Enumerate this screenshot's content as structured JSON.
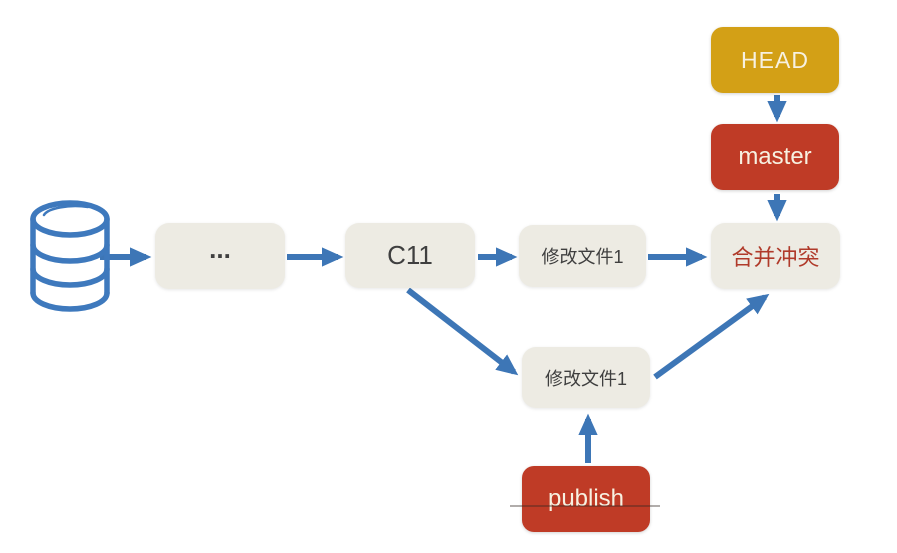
{
  "colors": {
    "arrow_blue": "#3d76b6",
    "db_blue": "#3e79bd",
    "box_beige": "#edebe3",
    "box_gold": "#d3a016",
    "box_red": "#bf3b26",
    "text_dark": "#3f3f3f",
    "text_cream": "#f7f1e1",
    "text_red": "#b03a2a"
  },
  "nodes": {
    "head": {
      "label": "HEAD"
    },
    "master": {
      "label": "master"
    },
    "conflict": {
      "label": "合并冲突"
    },
    "dots": {
      "label": "..."
    },
    "c11": {
      "label": "C11"
    },
    "modify_top": {
      "label": "修改文件1"
    },
    "modify_bottom": {
      "label": "修改文件1"
    },
    "publish": {
      "label": "publish"
    }
  },
  "icons": {
    "database": "database-icon"
  }
}
